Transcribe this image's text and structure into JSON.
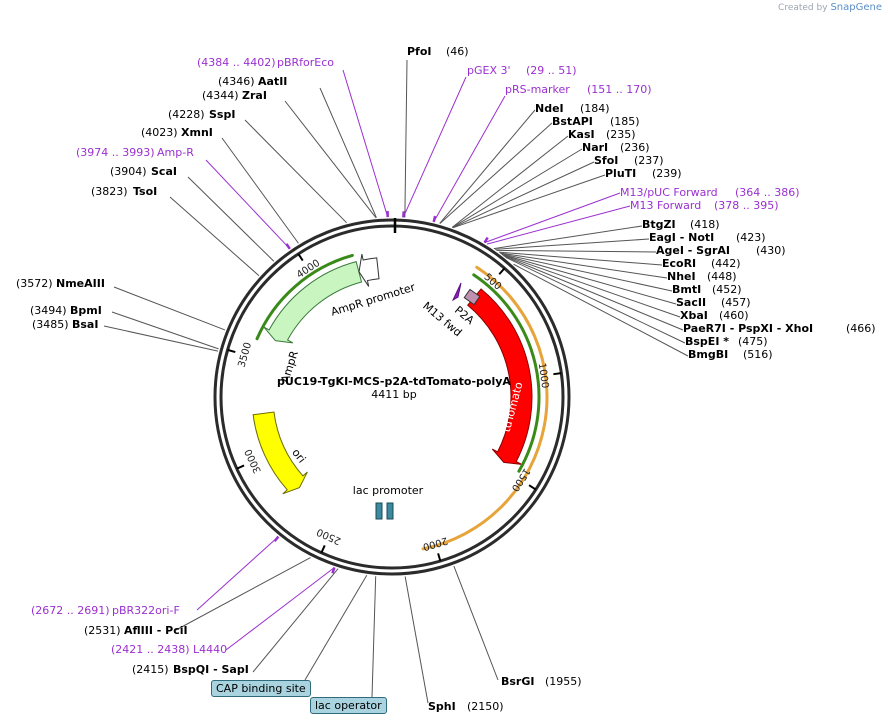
{
  "brand": {
    "prefix": "Created by",
    "name": "SnapGene"
  },
  "plasmid": {
    "name": "pUC19-TgKI-MCS-p2A-tdTomato-polyA",
    "size_label": "4411 bp",
    "length": 4411
  },
  "ticks": [
    "500",
    "1000",
    "1500",
    "2000",
    "2500",
    "3000",
    "3500",
    "4000"
  ],
  "enzymes": [
    {
      "name": "PfoI",
      "pos": "(46)"
    },
    {
      "name": "AatII",
      "pos": "(4346)"
    },
    {
      "name": "ZraI",
      "pos": "(4344)"
    },
    {
      "name": "SspI",
      "pos": "(4228)"
    },
    {
      "name": "XmnI",
      "pos": "(4023)"
    },
    {
      "name": "ScaI",
      "pos": "(3904)"
    },
    {
      "name": "TsoI",
      "pos": "(3823)"
    },
    {
      "name": "NmeAIII",
      "pos": "(3572)"
    },
    {
      "name": "BpmI",
      "pos": "(3494)"
    },
    {
      "name": "BsaI",
      "pos": "(3485)"
    },
    {
      "name": "NdeI",
      "pos": "(184)"
    },
    {
      "name": "BstAPI",
      "pos": "(185)"
    },
    {
      "name": "KasI",
      "pos": "(235)"
    },
    {
      "name": "NarI",
      "pos": "(236)"
    },
    {
      "name": "SfoI",
      "pos": "(237)"
    },
    {
      "name": "PluTI",
      "pos": "(239)"
    },
    {
      "name": "BtgZI",
      "pos": "(418)"
    },
    {
      "name": "EagI - NotI",
      "pos": "(423)"
    },
    {
      "name": "AgeI - SgrAI",
      "pos": "(430)"
    },
    {
      "name": "EcoRI",
      "pos": "(442)"
    },
    {
      "name": "NheI",
      "pos": "(448)"
    },
    {
      "name": "BmtI",
      "pos": "(452)"
    },
    {
      "name": "SacII",
      "pos": "(457)"
    },
    {
      "name": "XbaI",
      "pos": "(460)"
    },
    {
      "name": "PaeR7I - PspXI - XhoI",
      "pos": "(466)"
    },
    {
      "name": "BspEI *",
      "pos": "(475)"
    },
    {
      "name": "BmgBI",
      "pos": "(516)"
    },
    {
      "name": "BsrGI",
      "pos": "(1955)"
    },
    {
      "name": "SphI",
      "pos": "(2150)"
    },
    {
      "name": "AflIII - PciI",
      "pos": "(2531)"
    },
    {
      "name": "BspQI - SapI",
      "pos": "(2415)"
    }
  ],
  "primers": [
    {
      "name": "pBRforEco",
      "range": "(4384 .. 4402)"
    },
    {
      "name": "pGEX 3'",
      "range": "(29 .. 51)"
    },
    {
      "name": "pRS-marker",
      "range": "(151 .. 170)"
    },
    {
      "name": "M13/pUC Forward",
      "range": "(364 .. 386)"
    },
    {
      "name": "M13 Forward",
      "range": "(378 .. 395)"
    },
    {
      "name": "Amp-R",
      "range": "(3974 .. 3993)"
    },
    {
      "name": "pBR322ori-F",
      "range": "(2672 .. 2691)"
    },
    {
      "name": "L4440",
      "range": "(2421 .. 2438)"
    }
  ],
  "features": {
    "ampr_promoter": "AmpR promoter",
    "ampr": "AmpR",
    "ori": "ori",
    "lac_promoter": "lac promoter",
    "p2a": "P2A",
    "m13fwd": "M13 fwd",
    "tdtomato": "tdTomato",
    "cap_site": "CAP binding site",
    "lac_operator": "lac operator"
  },
  "colors": {
    "backbone": "#2b2b2b",
    "primer": "#9b30d0",
    "ampr": "#c8f5c0",
    "ori": "#ffff00",
    "tdtomato": "#ff0000",
    "p2a": "#c090b0",
    "orf_green": "#3a8a1a",
    "orf_orange": "#e6a43a",
    "promoter": "#ffffff",
    "lac": "#3d8aa0"
  }
}
